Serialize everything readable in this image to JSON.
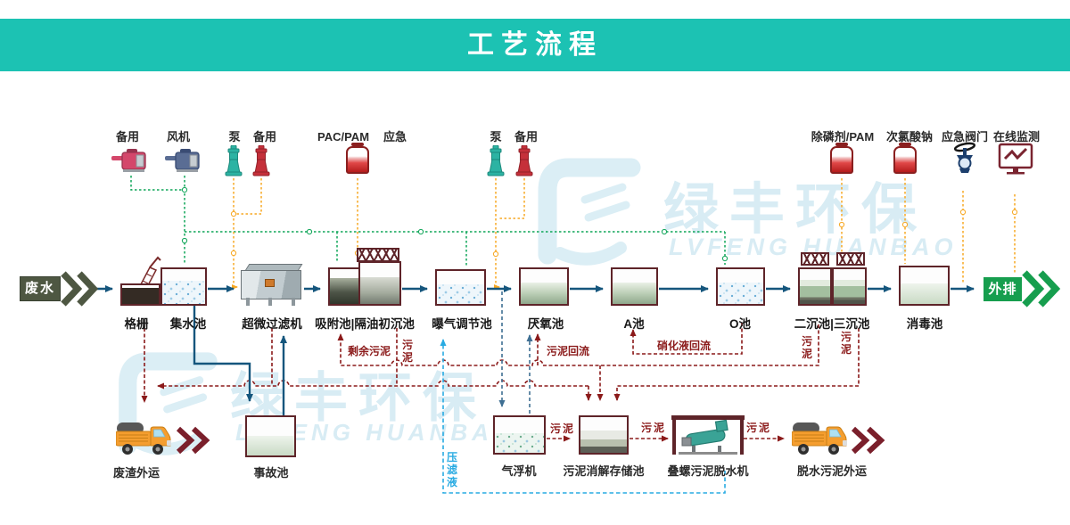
{
  "banner": {
    "title": "工艺流程",
    "bg": "#1cc2b3"
  },
  "watermark": {
    "cn": "绿丰环保",
    "en": "LVFENG HUANBAO"
  },
  "top_devices": {
    "blower_standby": "备用",
    "blower": "风机",
    "pump1": "泵",
    "pump1_standby": "备用",
    "pac": "PAC/PAM",
    "pac_emergency": "应急",
    "pump2": "泵",
    "pump2_standby": "备用",
    "phos": "除磷剂/PAM",
    "naclo": "次氯酸钠",
    "valve": "应急阀门",
    "monitor": "在线监测"
  },
  "flow": {
    "inlet": "废水",
    "outlet": "外排",
    "tanks": [
      "格栅",
      "集水池",
      "超微过滤机",
      "吸附池|隔油初沉池",
      "曝气调节池",
      "厌氧池",
      "A池",
      "O池",
      "二沉池|三沉池",
      "消毒池"
    ]
  },
  "streams": {
    "surplus_sludge": "剩余污泥",
    "sludge": "污泥",
    "sludge_return": "污泥回流",
    "nitrified_return": "硝化液回流",
    "filtrate": "压滤液"
  },
  "bottom_units": {
    "waste_truck": "废渣外运",
    "accident_tank": "事故池",
    "daf": "气浮机",
    "sludge_storage": "污泥消解存储池",
    "dewaterer": "叠螺污泥脱水机",
    "dewatered_truck": "脱水污泥外运"
  },
  "colors": {
    "banner_bg": "#1cc2b3",
    "flow_line": "#15567d",
    "sludge_line": "#8b1a1a",
    "air_line": "#0fa558",
    "chem_line": "#f7a823",
    "filtrate_line": "#29abe2",
    "daf_line": "#3f6f93",
    "tank_border": "#5e2429",
    "inlet_bg": "#4e5742",
    "outlet_bg": "#169e4e"
  }
}
